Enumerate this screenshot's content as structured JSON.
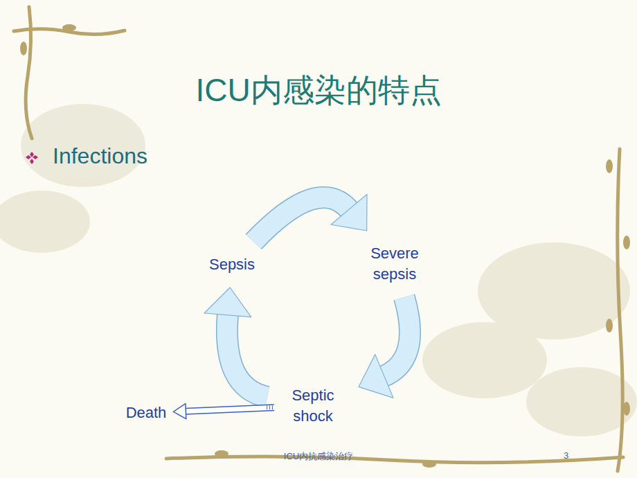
{
  "diagram": {
    "title": "ICU内感染的特点",
    "nodes": [
      {
        "text": [
          "Sepsis"
        ]
      },
      {
        "text": [
          "Severe sepsis"
        ]
      },
      {
        "text": [
          "Septic shock"
        ]
      },
      {
        "text": [
          "Death"
        ]
      }
    ],
    "edges": [
      {
        "from": 0,
        "to": 1,
        "arrow": "to"
      },
      {
        "from": 1,
        "to": 2,
        "arrow": "to"
      },
      {
        "from": 2,
        "to": 0,
        "arrow": "to"
      },
      {
        "from": 2,
        "to": 3,
        "arrow": "to"
      }
    ],
    "labels": [
      "Infections",
      "ICU内抗感染治疗",
      "3"
    ]
  }
}
